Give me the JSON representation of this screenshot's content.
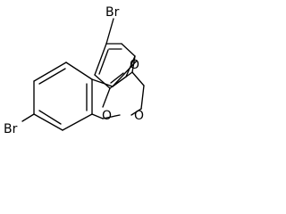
{
  "molecule": {
    "atom_labels": {
      "br_top": "Br",
      "br_bottom": "Br",
      "o_upper": "O",
      "o_lower_left": "O",
      "o_lower_right": "O"
    }
  },
  "colors": {
    "background": "#ffffff",
    "bond": "#000000",
    "text": "#000000"
  }
}
